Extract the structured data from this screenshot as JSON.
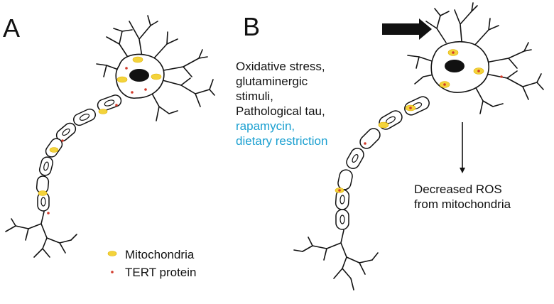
{
  "panels": {
    "a": {
      "letter": "A"
    },
    "b": {
      "letter": "B"
    }
  },
  "legend": {
    "mitochondria": "Mitochondria",
    "tert": "TERT protein"
  },
  "stimuli": {
    "lines": [
      "Oxidative stress,",
      "glutaminergic",
      "stimuli,",
      "Pathological tau,"
    ],
    "highlighted": [
      "rapamycin,",
      "dietary restriction"
    ],
    "highlight_color": "#1a9fd0"
  },
  "outcome": {
    "lines": [
      "Decreased ROS",
      "from mitochondria"
    ]
  },
  "colors": {
    "mitochondria": "#f3d33b",
    "tert": "#d23a2a",
    "outline": "#111111"
  }
}
